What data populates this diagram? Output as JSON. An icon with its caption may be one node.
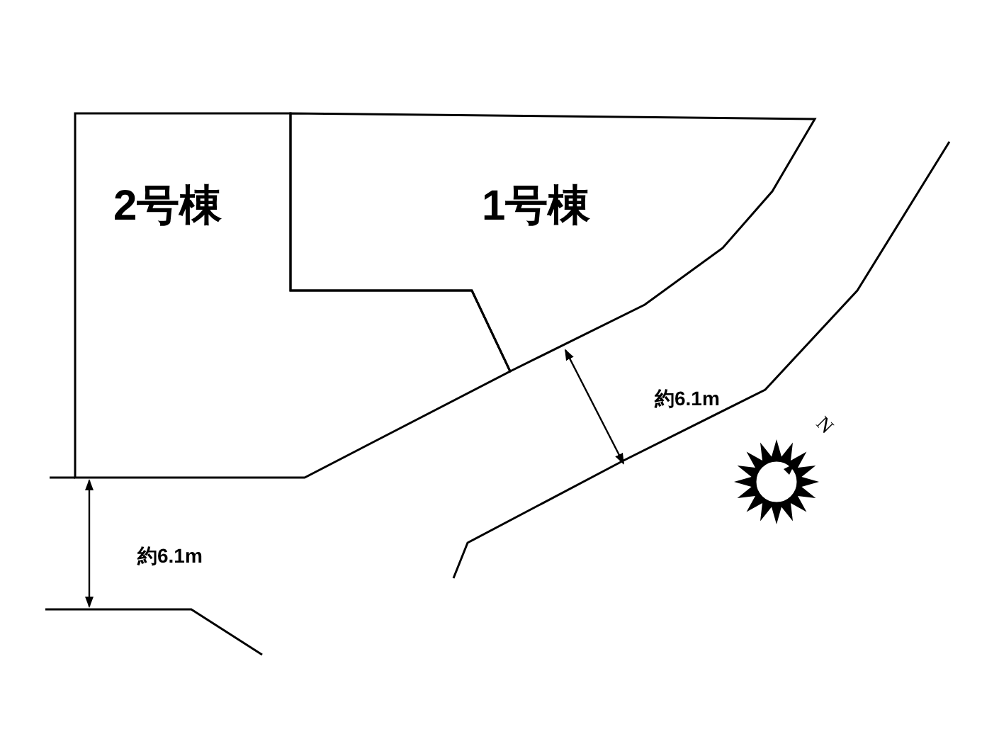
{
  "diagram": {
    "nodes": [
      {
        "text": [
          "2号棟"
        ]
      },
      {
        "text": [
          "1号棟"
        ]
      }
    ],
    "labels": [
      "約6.1m",
      "約6.1m",
      "N"
    ]
  }
}
